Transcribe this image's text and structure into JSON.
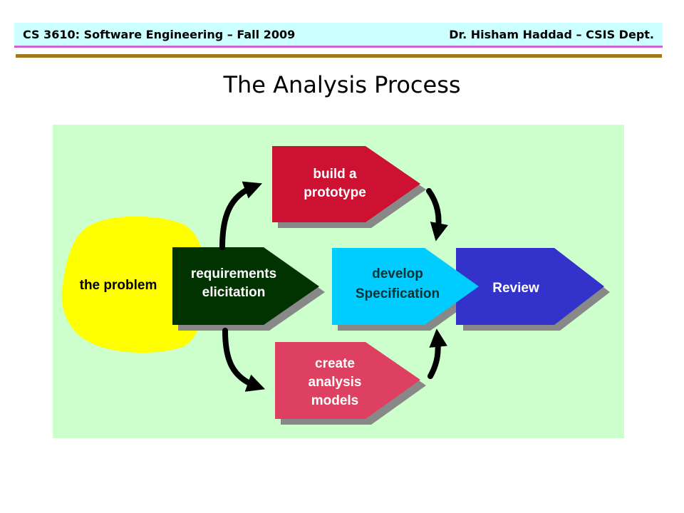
{
  "header": {
    "left": "CS 3610: Software Engineering – Fall 2009",
    "right": "Dr. Hisham Haddad – CSIS Dept."
  },
  "title": "The Analysis Process",
  "colors": {
    "panel": "#ccffcc",
    "problem_blob": "#ffff00",
    "elicitation": "#003300",
    "prototype": "#cc1133",
    "specification": "#00ccff",
    "review": "#3333cc",
    "models": "#dd4060",
    "header_band": "#ccffff",
    "header_rule": "#a07820"
  },
  "diagram": {
    "problem": "the problem",
    "elicitation": {
      "line1": "requirements",
      "line2": "elicitation"
    },
    "prototype": {
      "line1": "build a",
      "line2": "prototype"
    },
    "specification": {
      "line1": "develop",
      "line2": "Specification"
    },
    "review": "Review",
    "models": {
      "line1": "create",
      "line2": "analysis",
      "line3": "models"
    }
  }
}
